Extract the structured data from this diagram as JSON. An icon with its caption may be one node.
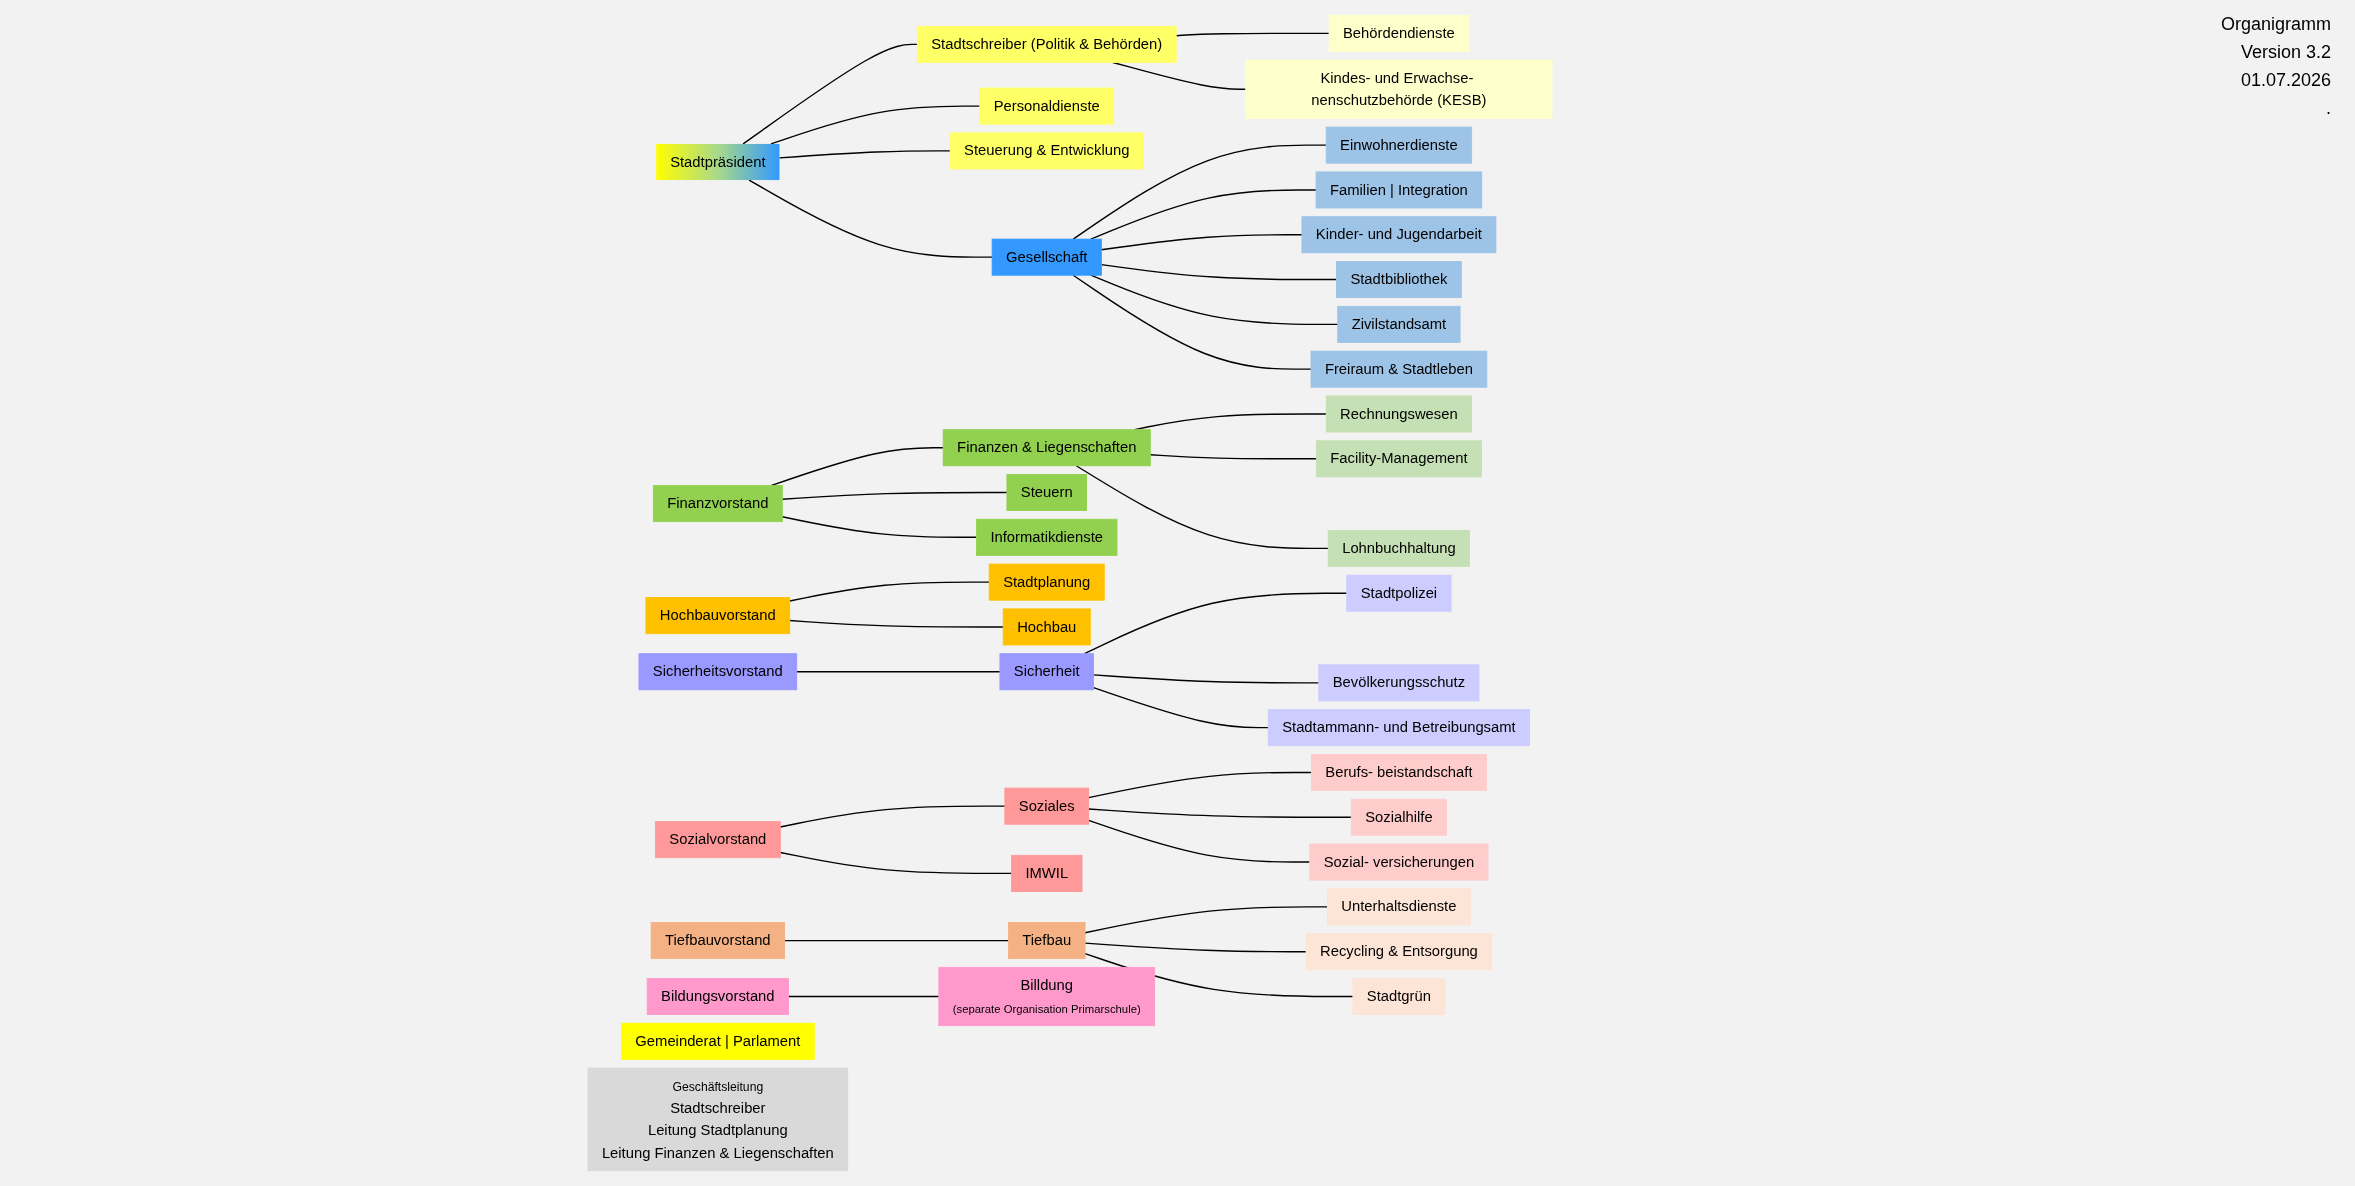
{
  "diagram": {
    "nodes": [
      {
        "text": [
          "Gemeinderat | Parlament"
        ]
      },
      {
        "text": [
          "Stadtpräsident"
        ]
      },
      {
        "text": [
          "Stadtschreiber (Politik & Behörden)"
        ]
      },
      {
        "text": [
          "Behördendienste"
        ]
      },
      {
        "text": [
          "Kindes- und Erwachse- nenschutzbehörde (KESB)"
        ]
      },
      {
        "text": [
          "Personaldienste"
        ]
      },
      {
        "text": [
          "Steuerung & Entwicklung"
        ]
      },
      {
        "text": [
          "Gesellschaft"
        ]
      },
      {
        "text": [
          "Einwohnerdienste"
        ]
      },
      {
        "text": [
          "Familien | Integration"
        ]
      },
      {
        "text": [
          "Kinder- und Jugendarbeit"
        ]
      },
      {
        "text": [
          "Stadtbibliothek"
        ]
      },
      {
        "text": [
          "Zivilstandsamt"
        ]
      },
      {
        "text": [
          "Freiraum & Stadtleben"
        ]
      },
      {
        "text": [
          "Finanzvorstand"
        ]
      },
      {
        "text": [
          "Finanzen & Liegenschaften"
        ]
      },
      {
        "text": [
          "Rechnungswesen"
        ]
      },
      {
        "text": [
          "Facility-Management"
        ]
      },
      {
        "text": [
          "Lohnbuchhaltung"
        ]
      },
      {
        "text": [
          "Steuern"
        ]
      },
      {
        "text": [
          "Informatikdienste"
        ]
      },
      {
        "text": [
          "Hochbauvorstand"
        ]
      },
      {
        "text": [
          "Stadtplanung"
        ]
      },
      {
        "text": [
          "Hochbau"
        ]
      },
      {
        "text": [
          "Sicherheitsvorstand"
        ]
      },
      {
        "text": [
          "Sicherheit"
        ]
      },
      {
        "text": [
          "Stadtpolizei"
        ]
      },
      {
        "text": [
          "Bevölkerungsschutz"
        ]
      },
      {
        "text": [
          "Stadtammann- und Betreibungsamt"
        ]
      },
      {
        "text": [
          "Sozialvorstand"
        ]
      },
      {
        "text": [
          "Soziales"
        ]
      },
      {
        "text": [
          "IMWIL"
        ]
      },
      {
        "text": [
          "Berufs- beistandschaft"
        ]
      },
      {
        "text": [
          "Sozialhilfe"
        ]
      },
      {
        "text": [
          "Sozial- versicherungen"
        ]
      },
      {
        "text": [
          "Tiefbauvorstand"
        ]
      },
      {
        "text": [
          "Tiefbau"
        ]
      },
      {
        "text": [
          "Unterhaltsdienste"
        ]
      },
      {
        "text": [
          "Recycling & Entsorgung"
        ]
      },
      {
        "text": [
          "Stadtgrün"
        ]
      },
      {
        "text": [
          "Bildungsvorstand"
        ]
      },
      {
        "text": [
          "Billdung",
          "(separate Organisation Primarschule)"
        ]
      },
      {
        "text": [
          "Geschäftsleitung",
          "Stadtschreiber",
          "Leitung Stadtplanung",
          "Leitung Finanzen & Liegenschaften"
        ]
      }
    ],
    "edges": [
      {
        "from": 1,
        "to": 2,
        "arrow": "none"
      },
      {
        "from": 1,
        "to": 7,
        "arrow": "none"
      },
      {
        "from": 2,
        "to": 3,
        "arrow": "none"
      },
      {
        "from": 2,
        "to": 4,
        "arrow": "none"
      },
      {
        "from": 1,
        "to": 5,
        "arrow": "none"
      },
      {
        "from": 1,
        "to": 6,
        "arrow": "none"
      },
      {
        "from": 7,
        "to": 8,
        "arrow": "none"
      },
      {
        "from": 7,
        "to": 9,
        "arrow": "none"
      },
      {
        "from": 7,
        "to": 10,
        "arrow": "none"
      },
      {
        "from": 7,
        "to": 11,
        "arrow": "none"
      },
      {
        "from": 7,
        "to": 12,
        "arrow": "none"
      },
      {
        "from": 7,
        "to": 13,
        "arrow": "none"
      },
      {
        "from": 14,
        "to": 15,
        "arrow": "none"
      },
      {
        "from": 15,
        "to": 16,
        "arrow": "none"
      },
      {
        "from": 15,
        "to": 17,
        "arrow": "none"
      },
      {
        "from": 15,
        "to": 18,
        "arrow": "none"
      },
      {
        "from": 14,
        "to": 19,
        "arrow": "none"
      },
      {
        "from": 14,
        "to": 20,
        "arrow": "none"
      },
      {
        "from": 21,
        "to": 22,
        "arrow": "none"
      },
      {
        "from": 21,
        "to": 23,
        "arrow": "none"
      },
      {
        "from": 24,
        "to": 25,
        "arrow": "none"
      },
      {
        "from": 25,
        "to": 26,
        "arrow": "none"
      },
      {
        "from": 25,
        "to": 27,
        "arrow": "none"
      },
      {
        "from": 25,
        "to": 28,
        "arrow": "none"
      },
      {
        "from": 29,
        "to": 30,
        "arrow": "none"
      },
      {
        "from": 29,
        "to": 31,
        "arrow": "none"
      },
      {
        "from": 30,
        "to": 32,
        "arrow": "none"
      },
      {
        "from": 30,
        "to": 33,
        "arrow": "none"
      },
      {
        "from": 30,
        "to": 34,
        "arrow": "none"
      },
      {
        "from": 35,
        "to": 36,
        "arrow": "none"
      },
      {
        "from": 36,
        "to": 37,
        "arrow": "none"
      },
      {
        "from": 36,
        "to": 38,
        "arrow": "none"
      },
      {
        "from": 36,
        "to": 39,
        "arrow": "none"
      },
      {
        "from": 40,
        "to": 41,
        "arrow": "none"
      }
    ],
    "labels": [
      "Organigramm",
      "Version 3.2",
      "01.07.2026",
      "."
    ]
  }
}
